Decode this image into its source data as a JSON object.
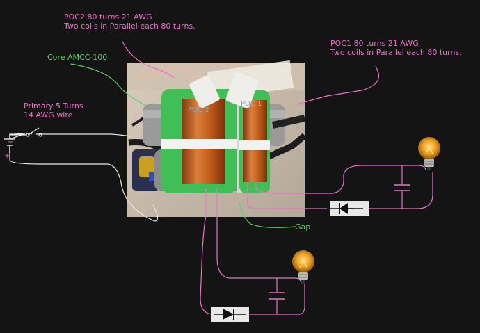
{
  "labels": {
    "poc2": "POC2 80 turns 21 AWG\nTwo coils in Parallel each 80 turns.",
    "poc1": "POC1 80 turns 21 AWG\nTwo coils in Parallel each 80 turns.",
    "core": "Core AMCC-100",
    "primary": "Primary 5 Turns\n14 AWG wire",
    "gap": "Gap",
    "coil_left_tag": "POC 2",
    "coil_right_tag": "POC 1",
    "battery_minus": "−",
    "battery_plus": "+"
  },
  "colors": {
    "background": "#141414",
    "wire_pink": "#f06ec8",
    "annotation_green": "#5fd36a",
    "wire_white": "#e8e8e8",
    "coil_copper": "#c8641e",
    "bobbin_green": "#3fbf55",
    "bulb_amber": "#f0a020"
  },
  "components": [
    {
      "type": "battery",
      "icon": "battery-symbol"
    },
    {
      "type": "switch",
      "icon": "switch-symbol"
    },
    {
      "type": "transformer-photo",
      "icon": "amcc-core-photo"
    },
    {
      "type": "diode",
      "icon": "diode-symbol",
      "count": 2
    },
    {
      "type": "capacitor",
      "icon": "capacitor-symbol",
      "count": 2
    },
    {
      "type": "lamp",
      "icon": "lightbulb-icon",
      "count": 2
    }
  ]
}
